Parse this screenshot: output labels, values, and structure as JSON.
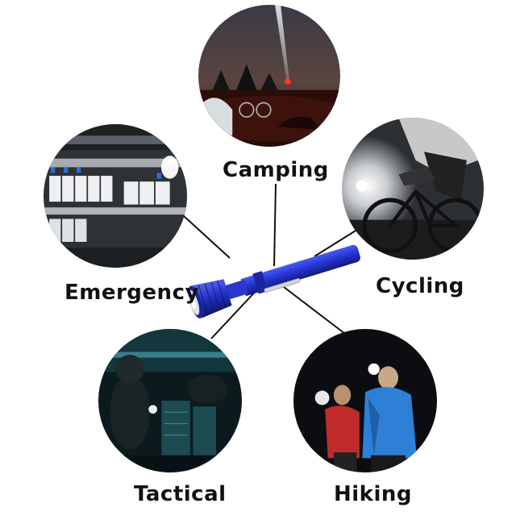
{
  "labels": {
    "camping": "Camping",
    "emergency": "Emergency",
    "cycling": "Cycling",
    "tactical": "Tactical",
    "hiking": "Hiking"
  },
  "colors": {
    "flashlight_body": "#2636d6",
    "flashlight_dark": "#121a7a",
    "connector": "#111111",
    "label_text": "#111111"
  }
}
